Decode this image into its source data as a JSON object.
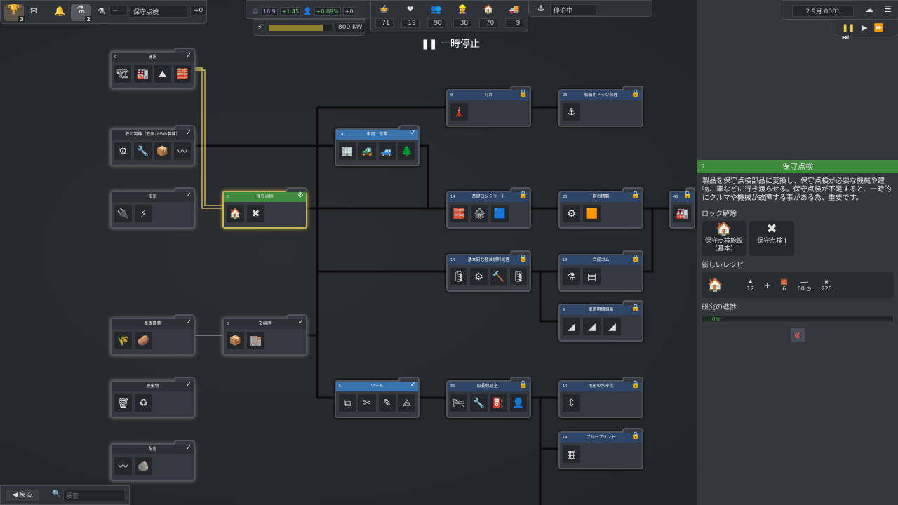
{
  "top": {
    "trophy_count": "3",
    "research_count": "2",
    "research_field": "--",
    "research_name": "保守点検",
    "research_delta": "+0",
    "unity": "18.9",
    "unity_delta": "+1.45",
    "pop_growth": "+0.09%",
    "pop_delta": "+0",
    "power": "800 KW",
    "power_fill": 0.85,
    "stats": [
      "71",
      "19",
      "90",
      "38",
      "70",
      "9"
    ],
    "ship_status": "停泊中",
    "date": "2 9月 0001",
    "paused_label": "一時停止"
  },
  "nodes": [
    {
      "num": "9",
      "title": "建設",
      "state": "done",
      "icons": [
        "🏗",
        "🏭",
        "⛰",
        "🧱"
      ]
    },
    {
      "num": "",
      "title": "鉄の製錬（鉄屑からの製錬）",
      "state": "done",
      "icons": [
        "⚙",
        "🔧",
        "📦",
        "〰"
      ]
    },
    {
      "num": "",
      "title": "電気",
      "state": "done",
      "icons": [
        "🔌",
        "⚡"
      ]
    },
    {
      "num": "5",
      "title": "保守点検",
      "state": "sel",
      "icons": [
        "🏠",
        "✖"
      ]
    },
    {
      "num": "",
      "title": "基礎農業",
      "state": "done",
      "icons": [
        "🌾",
        "🥔"
      ]
    },
    {
      "num": "5",
      "title": "交易港",
      "state": "done",
      "icons": [
        "📦",
        "🏬"
      ]
    },
    {
      "num": "",
      "title": "廃棄物",
      "state": "done",
      "icons": [
        "🗑",
        "♻"
      ]
    },
    {
      "num": "",
      "title": "配管",
      "state": "done",
      "icons": [
        "〰",
        "🪨"
      ]
    },
    {
      "num": "14",
      "title": "車両・鉱業",
      "state": "avail",
      "icons": [
        "🏢",
        "🚜",
        "🚙",
        "🌲"
      ]
    },
    {
      "num": "9",
      "title": "灯台",
      "state": "locked",
      "icons": [
        "🗼"
      ]
    },
    {
      "num": "23",
      "title": "船舶用ドック修理",
      "state": "locked",
      "icons": [
        "⚓"
      ]
    },
    {
      "num": "14",
      "title": "基礎コンクリート",
      "state": "locked",
      "icons": [
        "🧱",
        "🏚",
        "🟦"
      ]
    },
    {
      "num": "23",
      "title": "銅の精製",
      "state": "locked",
      "icons": [
        "⚙",
        "🟧"
      ]
    },
    {
      "num": "14",
      "title": "基本的な軽油燃料処理",
      "state": "locked",
      "icons": [
        "🛢",
        "⚙",
        "🔨",
        "🛢"
      ]
    },
    {
      "num": "18",
      "title": "合成ゴム",
      "state": "locked",
      "icons": [
        "⚗",
        "▤"
      ]
    },
    {
      "num": "9",
      "title": "車両用傾斜路",
      "state": "locked",
      "icons": [
        "◢",
        "◢",
        "◢"
      ]
    },
    {
      "num": "5",
      "title": "ツール",
      "state": "avail",
      "icons": [
        "⧉",
        "✂",
        "✎",
        "⟁"
      ]
    },
    {
      "num": "36",
      "title": "船長執務室 I",
      "state": "locked",
      "icons": [
        "🛏",
        "🔧",
        "⛽",
        "👤"
      ]
    },
    {
      "num": "14",
      "title": "地形の水平化",
      "state": "locked",
      "icons": [
        "⇕"
      ]
    },
    {
      "num": "14",
      "title": "ブループリント",
      "state": "locked",
      "icons": [
        "▦"
      ]
    },
    {
      "num": "45",
      "title": "",
      "state": "locked",
      "icons": [
        "🏭"
      ]
    }
  ],
  "panel": {
    "num": "5",
    "title": "保守点検",
    "description": "製品を保守点検部品に変換し、保守点検が必要な機械や建物、車などに行き渡らせる。保守点検が不足すると、一時的にクルマや機械が故障する事がある為、重要です。",
    "unlock_label": "ロック解除",
    "unlocks": [
      "保守点検施設（基本）",
      "保守点検 I"
    ],
    "recipe_label": "新しいレシピ",
    "recipe": {
      "in1": "12",
      "in2": "6",
      "time": "60",
      "out": "220"
    },
    "progress_label": "研究の進捗",
    "progress": "0%"
  },
  "bottom": {
    "back": "戻る",
    "search_placeholder": "検索"
  }
}
